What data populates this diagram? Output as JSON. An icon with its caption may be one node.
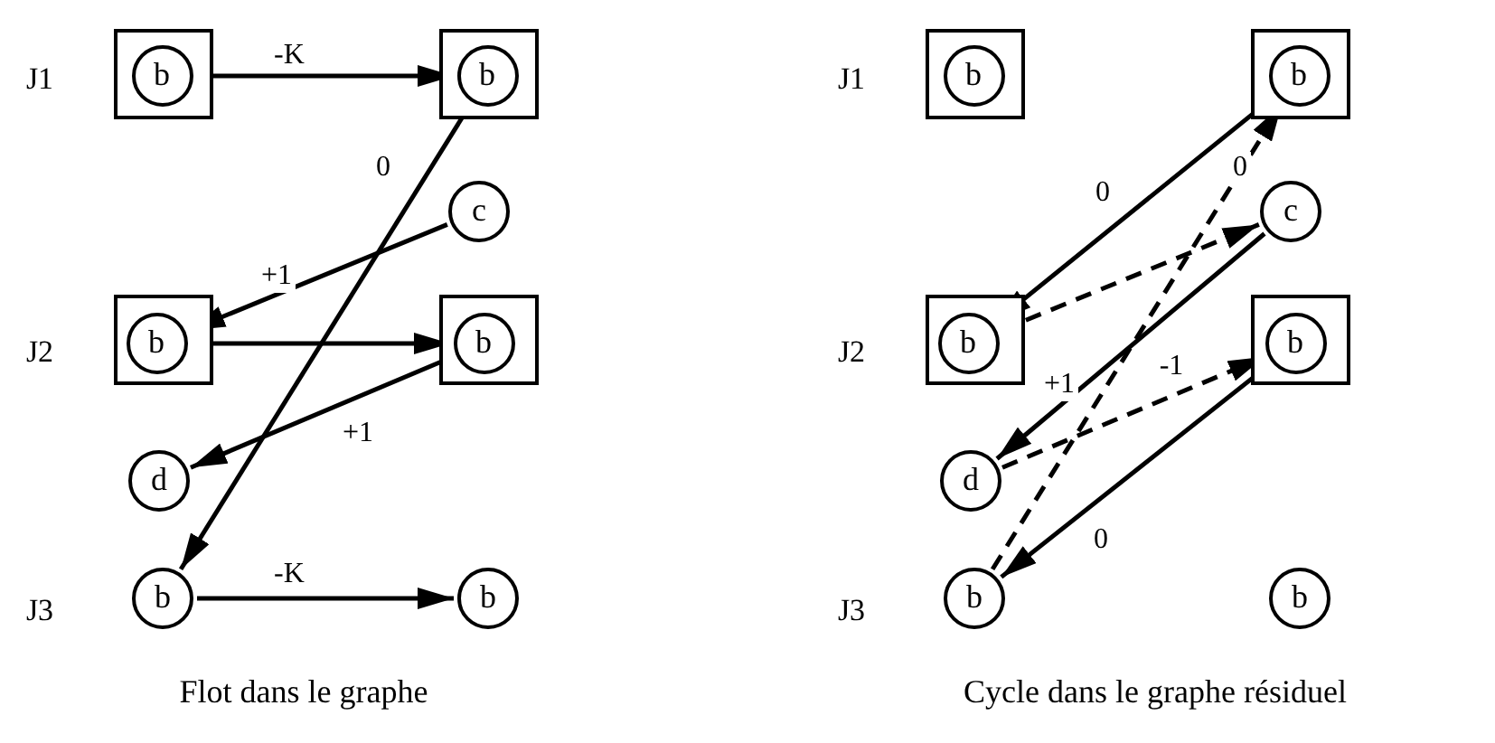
{
  "diagram": {
    "nodes": [
      {
        "text": [],
        "shape": "box"
      },
      {
        "text": [
          "b"
        ],
        "in": 0
      },
      {
        "text": [],
        "shape": "box"
      },
      {
        "text": [
          "b"
        ],
        "in": 2
      },
      {
        "text": [
          "c"
        ]
      },
      {
        "text": [],
        "shape": "box"
      },
      {
        "text": [
          "b"
        ],
        "in": 5
      },
      {
        "text": [],
        "shape": "box"
      },
      {
        "text": [
          "b"
        ],
        "in": 7
      },
      {
        "text": [
          "d"
        ]
      },
      {
        "text": [
          "b"
        ]
      },
      {
        "text": [
          "b"
        ]
      },
      {
        "text": [],
        "shape": "box"
      },
      {
        "text": [
          "b"
        ],
        "in": 12
      },
      {
        "text": [],
        "shape": "box"
      },
      {
        "text": [
          "b"
        ],
        "in": 14
      },
      {
        "text": [
          "c"
        ]
      },
      {
        "text": [],
        "shape": "box"
      },
      {
        "text": [
          "b"
        ],
        "in": 17
      },
      {
        "text": [],
        "shape": "box"
      },
      {
        "text": [
          "b"
        ],
        "in": 19
      },
      {
        "text": [
          "d"
        ]
      },
      {
        "text": [
          "b"
        ]
      },
      {
        "text": [
          "b"
        ]
      }
    ],
    "edges": [
      {
        "from": 1,
        "to": 3,
        "arrow": "to",
        "label": "-K"
      },
      {
        "from": 3,
        "to": 10,
        "arrow": "to",
        "label": "0"
      },
      {
        "from": 4,
        "to": 6,
        "arrow": "to",
        "label": "+1"
      },
      {
        "from": 6,
        "to": 8,
        "arrow": "to"
      },
      {
        "from": 8,
        "to": 9,
        "arrow": "to",
        "label": "+1"
      },
      {
        "from": 10,
        "to": 11,
        "arrow": "to",
        "label": "-K"
      },
      {
        "from": 15,
        "to": 18,
        "arrow": "to",
        "label": "0"
      },
      {
        "from": 18,
        "to": 16,
        "arrow": "to",
        "style": "dashed"
      },
      {
        "from": 16,
        "to": 21,
        "arrow": "to",
        "label": "+1"
      },
      {
        "from": 21,
        "to": 20,
        "arrow": "to",
        "style": "dashed",
        "label": "-1"
      },
      {
        "from": 20,
        "to": 22,
        "arrow": "to",
        "label": "0"
      },
      {
        "from": 22,
        "to": 15,
        "arrow": "to",
        "style": "dashed",
        "label": "0"
      }
    ],
    "labels": [
      "J1",
      "J1",
      "J2",
      "J2",
      "J3",
      "J3",
      "Flot dans le graphe",
      "Cycle dans le graphe résiduel"
    ]
  }
}
